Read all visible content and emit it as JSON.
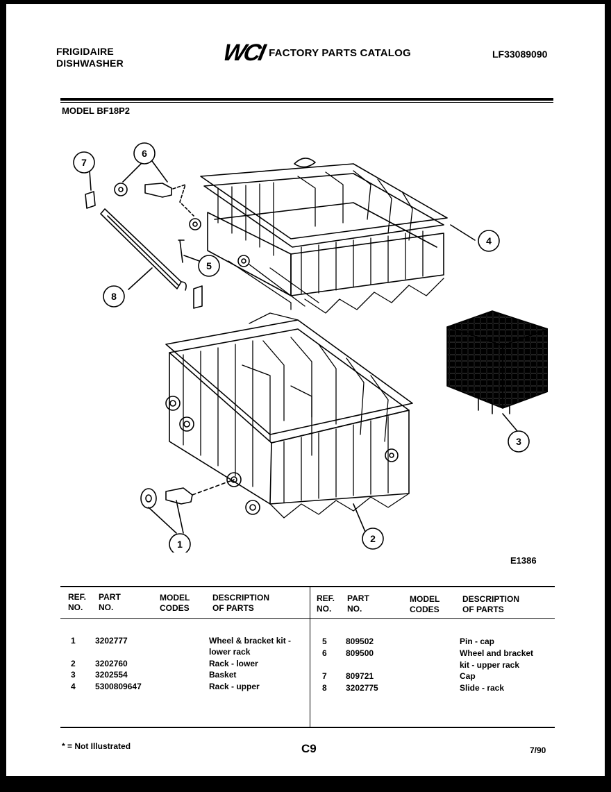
{
  "header": {
    "brand_line1": "FRIGIDAIRE",
    "brand_line2": "DISHWASHER",
    "logo_text": "WCI",
    "catalog_title": "FACTORY PARTS CATALOG",
    "catalog_number": "LF33089090"
  },
  "model_label": "MODEL BF18P2",
  "diagram": {
    "code": "E1386",
    "callouts": [
      "1",
      "2",
      "3",
      "4",
      "5",
      "6",
      "7",
      "8"
    ]
  },
  "table": {
    "headers": {
      "ref_1": "REF.",
      "ref_2": "NO.",
      "part_1": "PART",
      "part_2": "NO.",
      "model_1": "MODEL",
      "model_2": "CODES",
      "desc_1": "DESCRIPTION",
      "desc_2": "OF PARTS"
    },
    "left_rows": [
      {
        "ref": "1",
        "part": "3202777",
        "desc1": "Wheel & bracket kit -",
        "desc2": "lower rack"
      },
      {
        "ref": "2",
        "part": "3202760",
        "desc1": "Rack - lower",
        "desc2": ""
      },
      {
        "ref": "3",
        "part": "3202554",
        "desc1": "Basket",
        "desc2": ""
      },
      {
        "ref": "4",
        "part": "5300809647",
        "desc1": "Rack - upper",
        "desc2": ""
      }
    ],
    "right_rows": [
      {
        "ref": "5",
        "part": "809502",
        "desc1": "Pin - cap",
        "desc2": ""
      },
      {
        "ref": "6",
        "part": "809500",
        "desc1": "Wheel and bracket",
        "desc2": "kit - upper rack"
      },
      {
        "ref": "7",
        "part": "809721",
        "desc1": "Cap",
        "desc2": ""
      },
      {
        "ref": "8",
        "part": "3202775",
        "desc1": "Slide - rack",
        "desc2": ""
      }
    ]
  },
  "footer": {
    "footnote": "* = Not Illustrated",
    "page_number": "C9",
    "date": "7/90"
  }
}
